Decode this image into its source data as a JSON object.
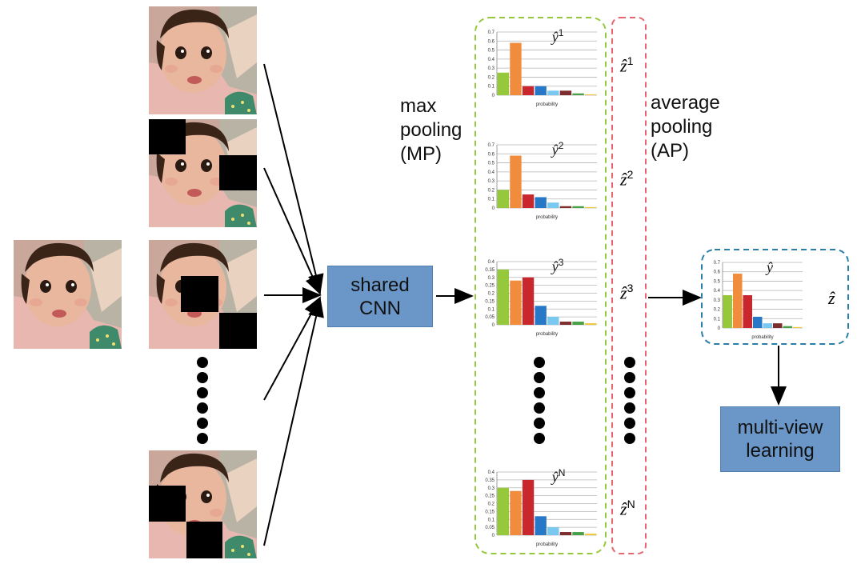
{
  "labels": {
    "shared_cnn": [
      "shared",
      "CNN"
    ],
    "max_pooling": [
      "max",
      "pooling",
      "(MP)"
    ],
    "average_pooling": [
      "average",
      "pooling",
      "(AP)"
    ],
    "multiview": [
      "multi-view",
      "learning"
    ],
    "z_hat_output": "ẑ"
  },
  "chart_data": [
    {
      "type": "bar",
      "label_base": "ŷ",
      "label_sup": "1",
      "z_base": "ẑ",
      "z_sup": "1",
      "xlabel": "probability",
      "ylim": [
        0,
        0.7
      ],
      "yticks": [
        "0",
        "0.1",
        "0.2",
        "0.3",
        "0.4",
        "0.5",
        "0.6",
        "0.7"
      ],
      "values": [
        0.25,
        0.58,
        0.1,
        0.1,
        0.05,
        0.05,
        0.02,
        0.01
      ]
    },
    {
      "type": "bar",
      "label_base": "ŷ",
      "label_sup": "2",
      "z_base": "ẑ",
      "z_sup": "2",
      "xlabel": "probability",
      "ylim": [
        0,
        0.7
      ],
      "yticks": [
        "0",
        "0.1",
        "0.2",
        "0.3",
        "0.4",
        "0.5",
        "0.6",
        "0.7"
      ],
      "values": [
        0.2,
        0.58,
        0.15,
        0.12,
        0.06,
        0.02,
        0.02,
        0.01
      ]
    },
    {
      "type": "bar",
      "label_base": "ŷ",
      "label_sup": "3",
      "z_base": "ẑ",
      "z_sup": "3",
      "xlabel": "probability",
      "ylim": [
        0,
        0.4
      ],
      "yticks": [
        "0",
        "0.05",
        "0.1",
        "0.15",
        "0.2",
        "0.25",
        "0.3",
        "0.35",
        "0.4"
      ],
      "values": [
        0.35,
        0.28,
        0.3,
        0.12,
        0.05,
        0.02,
        0.02,
        0.01
      ]
    },
    {
      "type": "bar",
      "label_base": "ŷ",
      "label_sup": "N",
      "z_base": "ẑ",
      "z_sup": "N",
      "xlabel": "probability",
      "ylim": [
        0,
        0.4
      ],
      "yticks": [
        "0",
        "0.05",
        "0.1",
        "0.15",
        "0.2",
        "0.25",
        "0.3",
        "0.35",
        "0.4"
      ],
      "values": [
        0.3,
        0.28,
        0.35,
        0.12,
        0.05,
        0.02,
        0.02,
        0.01
      ]
    },
    {
      "type": "bar",
      "label_base": "ŷ",
      "label_sup": "",
      "xlabel": "probability",
      "ylim": [
        0,
        0.7
      ],
      "yticks": [
        "0",
        "0.1",
        "0.2",
        "0.3",
        "0.4",
        "0.5",
        "0.6",
        "0.7"
      ],
      "values": [
        0.35,
        0.58,
        0.35,
        0.12,
        0.05,
        0.05,
        0.02,
        0.01
      ]
    }
  ],
  "bar_colors": [
    "#96c83c",
    "#f08c3c",
    "#c8282d",
    "#2878c8",
    "#78c8f0",
    "#7d2d2d",
    "#46a046",
    "#f0c83c"
  ]
}
